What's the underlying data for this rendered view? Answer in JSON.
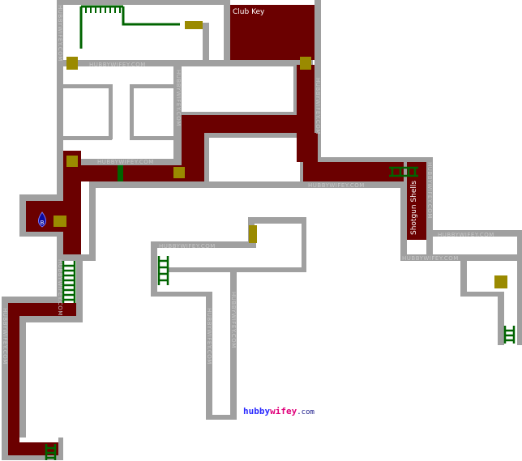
{
  "map": {
    "labels": {
      "club_key": "Club Key",
      "shotgun_shells": "Shotgun Shells",
      "save_marker": "B"
    },
    "watermark": "HUBBYWIFEY.COM",
    "logo": {
      "part1": "hubby",
      "part2": "wifey",
      "part3": ".com"
    },
    "colors": {
      "wall": "#a0a0a0",
      "visited": "#6b0000",
      "door": "#9a8a00",
      "ladder": "#006400",
      "background": "#ffffff"
    }
  }
}
